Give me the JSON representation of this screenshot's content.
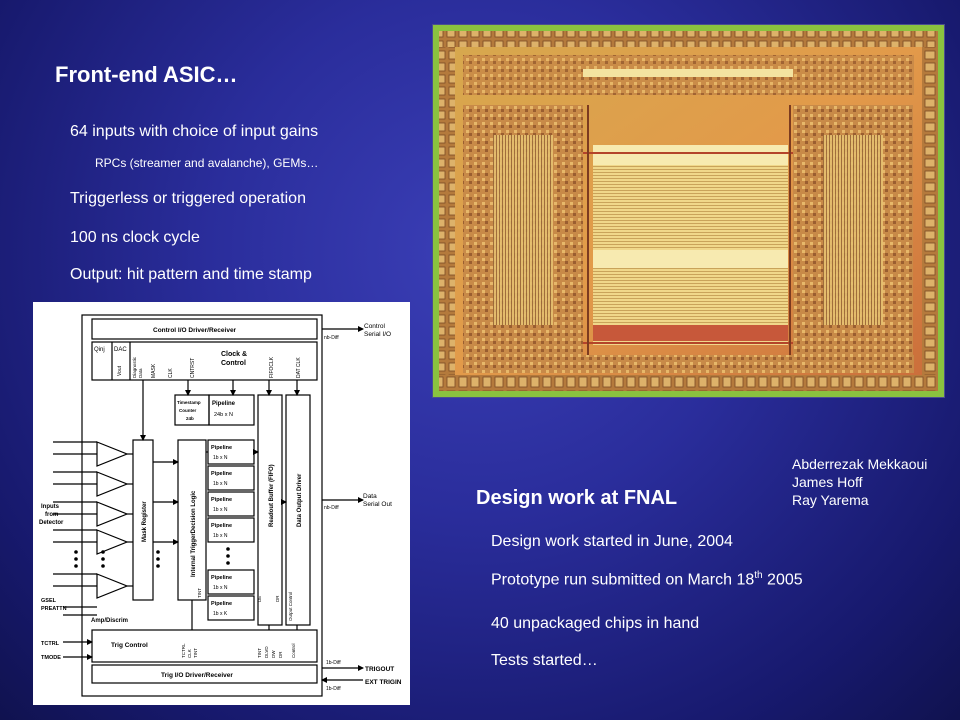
{
  "title": "Front-end ASIC…",
  "bullets": [
    "64 inputs with choice of input gains",
    "RPCs (streamer and avalanche), GEMs…",
    "Triggerless or triggered operation",
    "100 ns clock cycle",
    "Output: hit pattern and time stamp"
  ],
  "authors": [
    "Abderrezak Mekkaoui",
    "James Hoff",
    "Ray Yarema"
  ],
  "design": {
    "heading": "Design work at FNAL",
    "line1": "Design work started in June, 2004",
    "line2_pre": "Prototype run submitted on March 18",
    "line2_sup": "th",
    "line2_post": " 2005",
    "line3": "40 unpackaged chips in hand",
    "line4": "Tests started…"
  },
  "diagram": {
    "control_io": "Control I/O Driver/Receiver",
    "control_serial": [
      "Control",
      "Serial I/O"
    ],
    "nb_diff": "nb-Diff",
    "qinj": "Qinj",
    "dac": "DAC",
    "vout": "Vout",
    "diag": [
      "Diagnostic",
      "Data"
    ],
    "mask": "MASK",
    "clk": "CLK",
    "cntrst": "CNTRST",
    "clock_control": [
      "Clock &",
      "Control"
    ],
    "fifoclk": "FIFOCLK",
    "datclk": "DAT CLK",
    "timestamp": [
      "Timestamp",
      "Counter",
      "24b"
    ],
    "pipeline": "Pipeline",
    "p24": "24b x N",
    "p1n": "1b x N",
    "p1k": "1b x K",
    "itdl": "Internal TriggerDecision Logic",
    "readout_buffer": "Readout Buffer (FIFO)",
    "data_output_driver": "Data Output Driver",
    "data_serial": [
      "Data",
      "Serial Out"
    ],
    "mask_register": "Mask Register",
    "inputs": [
      "Inputs",
      "from",
      "Detector"
    ],
    "gsel": "GSEL",
    "preattn": "PREATTN",
    "amp": "Amp/Discrim",
    "tint": "TINT",
    "dlvd": "DLVD",
    "dw": "DW",
    "dr": "DR",
    "de": "DE",
    "output_control": "Output Control",
    "control": "Control",
    "tctrl": "TCTRL",
    "tmode": "TMODE",
    "trig_control": "Trig Control",
    "trig_io": "Trig I/O Driver/Receiver",
    "lb_diff": "1b-Diff",
    "trigout": "TRIGOUT",
    "exttrig": "EXT TRIGIN"
  }
}
